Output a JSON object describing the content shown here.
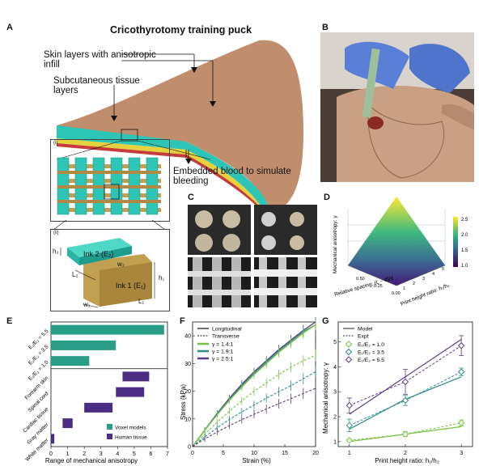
{
  "panel_a": {
    "label": "A",
    "title": "Cricothyrotomy training puck",
    "skin_label": "Skin layers with anisotropic infill",
    "subq_label": "Subcutaneous tissue layers",
    "blood_label": "Embedded blood to simulate bleeding",
    "inset_i": "(i)",
    "inset_ii": "(ii)",
    "ink2": "Ink 2 (E₂)",
    "ink1": "Ink 1 (E₁)",
    "h2": "h₂",
    "w2": "w₂",
    "L2": "L₂",
    "h1": "h₁",
    "w1": "w₁",
    "L1": "L₁"
  },
  "panel_b": {
    "label": "B"
  },
  "panel_c": {
    "label": "C"
  },
  "panel_d": {
    "label": "D",
    "zlabel": "Mechanical anisotropy: γ",
    "xlabel": "Relative spacing: (L − d)/d",
    "ylabel": "Print height ratio: h₁/h₂",
    "colorbar_ticks": [
      "2.5",
      "2.0",
      "1.5",
      "1.0"
    ],
    "x_ticks": [
      "0.50",
      "0.25",
      "0.00"
    ],
    "y_ticks": [
      "1",
      "2",
      "3",
      "4",
      "5"
    ]
  },
  "panel_e": {
    "label": "E",
    "xlabel": "Range of mechanical anisotropy",
    "x_ticks": [
      "0",
      "1",
      "2",
      "3",
      "4",
      "5",
      "6",
      "7"
    ],
    "legend": [
      "Voxel models",
      "Human tissue"
    ],
    "colors": {
      "voxel": "#2a9d86",
      "human": "#4b2d83"
    },
    "rows": [
      {
        "label": "E₁/E₂ = 5.5",
        "group": "voxel",
        "start": 0,
        "end": 6.8
      },
      {
        "label": "E₁/E₂ = 3.5",
        "group": "voxel",
        "start": 0,
        "end": 3.9
      },
      {
        "label": "E₁/E₂ = 1.0",
        "group": "voxel",
        "start": 0,
        "end": 2.3
      },
      {
        "label": "Forearm skin",
        "group": "human",
        "start": 4.3,
        "end": 5.9
      },
      {
        "label": "Spinal cord",
        "group": "human",
        "start": 3.9,
        "end": 5.6
      },
      {
        "label": "Cardiac tissue",
        "group": "human",
        "start": 2.0,
        "end": 3.7
      },
      {
        "label": "Gray matter",
        "group": "human",
        "start": 0.7,
        "end": 1.3
      },
      {
        "label": "White matter",
        "group": "human",
        "start": 0,
        "end": 0.2
      }
    ]
  },
  "panel_f": {
    "label": "F",
    "ylabel": "Stress (kPa)",
    "xlabel": "Strain (%)",
    "x_ticks": [
      "0",
      "5",
      "10",
      "15",
      "20"
    ],
    "y_ticks": [
      "0",
      "10",
      "20",
      "30",
      "40"
    ],
    "legend_style": [
      "Longitudinal",
      "Transverse"
    ],
    "legend_series": [
      "γ = 1.4:1",
      "γ = 1.9:1",
      "γ = 2.5:1"
    ]
  },
  "panel_g": {
    "label": "G",
    "ylabel": "Mechanical anisotropy: γ",
    "xlabel": "Print height ratio: h₁/h₂",
    "x_ticks": [
      "1",
      "2",
      "3"
    ],
    "y_ticks": [
      "1",
      "2",
      "3",
      "4",
      "5"
    ],
    "legend_style": [
      "Model",
      "Expt"
    ],
    "legend_series": [
      "E₁/E₂ = 1.0",
      "E₁/E₂ = 3.5",
      "E₁/E₂ = 5.5"
    ]
  },
  "chart_data": [
    {
      "type": "bar",
      "panel": "E",
      "orientation": "horizontal floating ranges",
      "categories": [
        "E₁/E₂ = 5.5",
        "E₁/E₂ = 3.5",
        "E₁/E₂ = 1.0",
        "Forearm skin",
        "Spinal cord",
        "Cardiac tissue",
        "Gray matter",
        "White matter"
      ],
      "ranges": [
        [
          0,
          6.8
        ],
        [
          0,
          3.9
        ],
        [
          0,
          2.3
        ],
        [
          4.3,
          5.9
        ],
        [
          3.9,
          5.6
        ],
        [
          2.0,
          3.7
        ],
        [
          0.7,
          1.3
        ],
        [
          0,
          0.2
        ]
      ],
      "xlabel": "Range of mechanical anisotropy",
      "xlim": [
        0,
        7
      ]
    },
    {
      "type": "line",
      "panel": "F",
      "xlabel": "Strain (%)",
      "ylabel": "Stress (kPa)",
      "xlim": [
        0,
        20
      ],
      "ylim": [
        0,
        45
      ],
      "x": [
        0,
        2,
        4,
        6,
        8,
        10,
        12,
        14,
        16,
        18,
        20
      ],
      "series": [
        {
          "name": "γ = 2.5:1",
          "style": "Longitudinal",
          "values": [
            0,
            6,
            12,
            17.5,
            22.5,
            27,
            31,
            35,
            38.5,
            42,
            45
          ]
        },
        {
          "name": "γ = 1.9:1",
          "style": "Longitudinal",
          "values": [
            0,
            6,
            11.8,
            17,
            22,
            26.5,
            30.5,
            34.5,
            38,
            41.5,
            44
          ]
        },
        {
          "name": "γ = 1.4:1",
          "style": "Longitudinal",
          "values": [
            0,
            5.9,
            11.5,
            16.7,
            21.5,
            26,
            30,
            34,
            37.5,
            41,
            44
          ]
        },
        {
          "name": "γ = 1.4:1",
          "style": "Transverse",
          "values": [
            0,
            4.5,
            8.8,
            12.8,
            16.5,
            20,
            23,
            26,
            28.7,
            31,
            33
          ]
        },
        {
          "name": "γ = 1.9:1",
          "style": "Transverse",
          "values": [
            0,
            3.5,
            6.8,
            9.8,
            12.5,
            15,
            17.5,
            19.8,
            22,
            24.5,
            27
          ]
        },
        {
          "name": "γ = 2.5:1",
          "style": "Transverse",
          "values": [
            0,
            2.8,
            5.3,
            7.6,
            9.7,
            11.7,
            13.6,
            15.5,
            17.3,
            19.2,
            21
          ]
        }
      ],
      "colors": {
        "γ = 1.4:1": "#76c442",
        "γ = 1.9:1": "#2e8c88",
        "γ = 2.5:1": "#5b3b8c"
      }
    },
    {
      "type": "line",
      "panel": "G",
      "xlabel": "Print height ratio: h₁/h₂",
      "ylabel": "Mechanical anisotropy: γ",
      "x": [
        1,
        2,
        3
      ],
      "xlim": [
        0.8,
        3.2
      ],
      "ylim": [
        0.8,
        5.8
      ],
      "series": [
        {
          "name": "E₁/E₂ = 1.0",
          "model": [
            1.0,
            1.3,
            1.6
          ],
          "expt": [
            1.05,
            1.3,
            1.75
          ],
          "err": [
            0.05,
            0.1,
            0.12
          ]
        },
        {
          "name": "E₁/E₂ = 3.5",
          "model": [
            1.5,
            2.7,
            3.6
          ],
          "expt": [
            1.65,
            2.65,
            3.8
          ],
          "err": [
            0.25,
            0.2,
            0.15
          ]
        },
        {
          "name": "E₁/E₂ = 5.5",
          "model": [
            2.1,
            3.6,
            5.1
          ],
          "expt": [
            2.45,
            3.4,
            4.85
          ],
          "err": [
            0.3,
            0.5,
            0.4
          ]
        }
      ],
      "colors": {
        "E₁/E₂ = 1.0": "#76c442",
        "E₁/E₂ = 3.5": "#2e8c88",
        "E₁/E₂ = 5.5": "#5b3b8c"
      }
    }
  ]
}
